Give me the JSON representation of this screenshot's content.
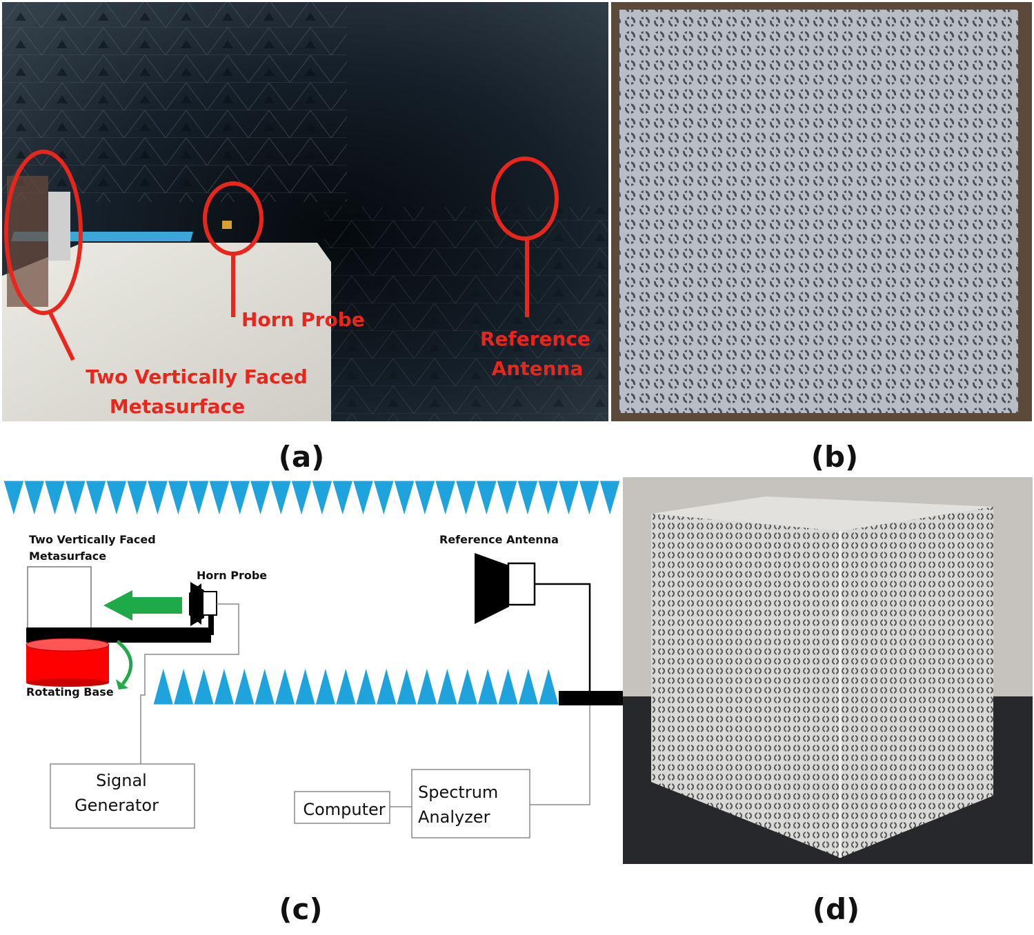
{
  "panels": {
    "a": {
      "label": "(a)"
    },
    "b": {
      "label": "(b)"
    },
    "c": {
      "label": "(c)"
    },
    "d": {
      "label": "(d)"
    }
  },
  "photo_a": {
    "annotations": {
      "metasurface_line1": "Two Vertically Faced",
      "metasurface_line2": "Metasurface",
      "horn_probe": "Horn Probe",
      "reference_line1": "Reference",
      "reference_line2": "Antenna"
    },
    "annotation_color": "#e8261c"
  },
  "diagram_c": {
    "metasurface_line1": "Two Vertically Faced",
    "metasurface_line2": "Metasurface",
    "horn_probe": "Horn Probe",
    "reference_antenna": "Reference Antenna",
    "rotating_base": "Rotating Base",
    "signal_generator_line1": "Signal",
    "signal_generator_line2": "Generator",
    "computer": "Computer",
    "spectrum_analyzer_line1": "Spectrum",
    "spectrum_analyzer_line2": "Analyzer",
    "colors": {
      "absorber": "#1fa3dc",
      "arrow": "#1faa4a",
      "base": "#ff0000"
    }
  }
}
